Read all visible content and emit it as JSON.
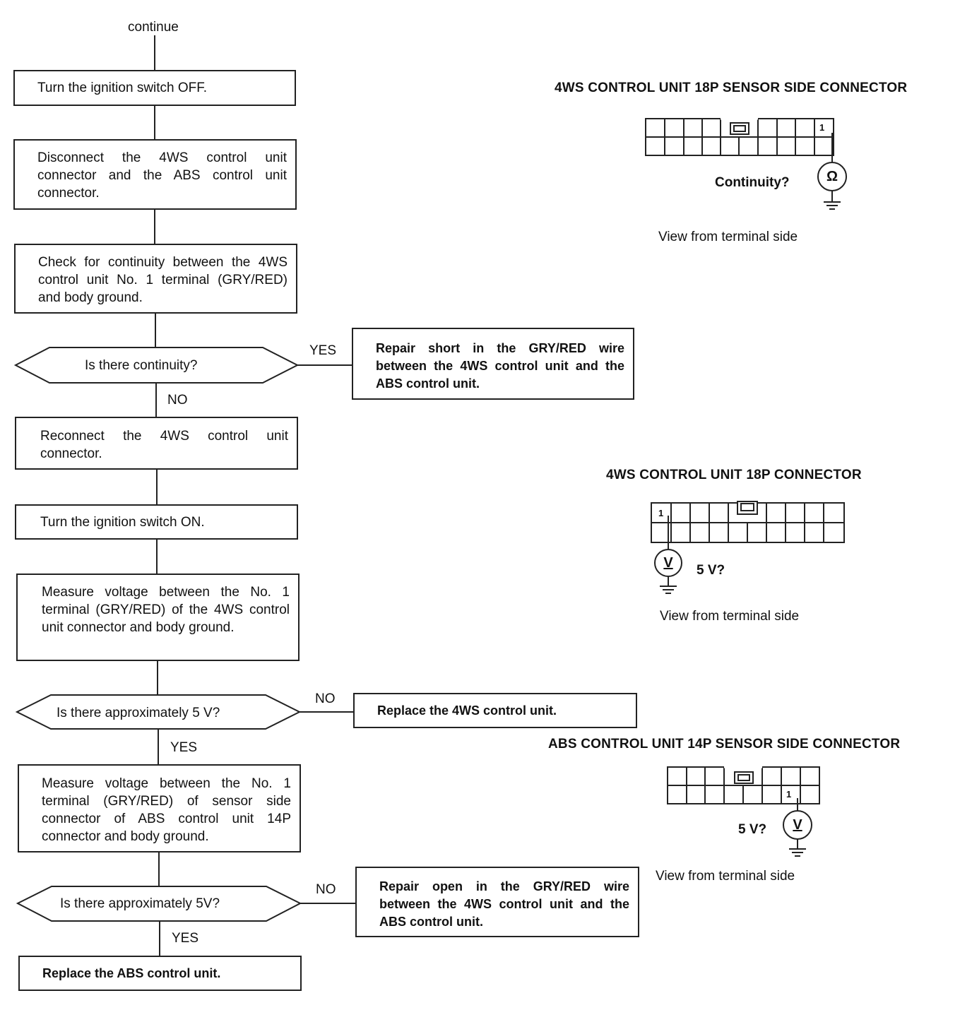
{
  "flow": {
    "continue": "continue",
    "step1": "Turn the ignition switch OFF.",
    "step2": "Disconnect the 4WS control unit connector and the ABS control unit connector.",
    "step3": "Check for continuity between the 4WS control unit No. 1 terminal (GRY/RED) and body ground.",
    "decision1": "Is there continuity?",
    "d1_yes": "YES",
    "d1_no": "NO",
    "result1": "Repair short in the GRY/RED wire between the 4WS control unit and the ABS control unit.",
    "step4": "Reconnect the 4WS control unit connector.",
    "step5": "Turn the ignition switch ON.",
    "step6": "Measure voltage between the No. 1 terminal (GRY/RED) of the 4WS control unit connector and body ground.",
    "decision2": "Is there approximately 5 V?",
    "d2_no": "NO",
    "d2_yes": "YES",
    "result2": "Replace the 4WS control unit.",
    "step7": "Measure voltage between the No. 1 terminal (GRY/RED) of sensor side connector of ABS control unit 14P connector and body ground.",
    "decision3": "Is there approximately 5V?",
    "d3_no": "NO",
    "d3_yes": "YES",
    "result3": "Repair open in the GRY/RED wire between the 4WS control unit and the ABS control unit.",
    "result4": "Replace the ABS control unit."
  },
  "diagrams": {
    "d1": {
      "title": "4WS CONTROL UNIT 18P SENSOR SIDE CONNECTOR",
      "pin": "1",
      "question": "Continuity?",
      "meter": "Ω",
      "view": "View from terminal side"
    },
    "d2": {
      "title": "4WS CONTROL UNIT 18P CONNECTOR",
      "pin": "1",
      "question": "5 V?",
      "meter": "V",
      "view": "View from terminal side"
    },
    "d3": {
      "title": "ABS CONTROL UNIT 14P SENSOR SIDE CONNECTOR",
      "pin": "1",
      "question": "5 V?",
      "meter": "V",
      "view": "View from terminal side"
    }
  }
}
